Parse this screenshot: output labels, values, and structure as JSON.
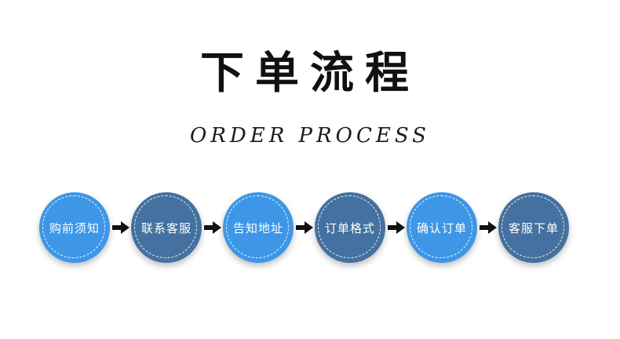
{
  "header": {
    "title": "下单流程",
    "subtitle": "ORDER PROCESS"
  },
  "colors": {
    "light": "#3d97e6",
    "dark": "#44719f",
    "arrow": "#111111"
  },
  "steps": [
    {
      "label": "购前须知",
      "tone": "light"
    },
    {
      "label": "联系客服",
      "tone": "dark"
    },
    {
      "label": "告知地址",
      "tone": "light"
    },
    {
      "label": "订单格式",
      "tone": "dark"
    },
    {
      "label": "确认订单",
      "tone": "light"
    },
    {
      "label": "客服下单",
      "tone": "dark"
    }
  ]
}
